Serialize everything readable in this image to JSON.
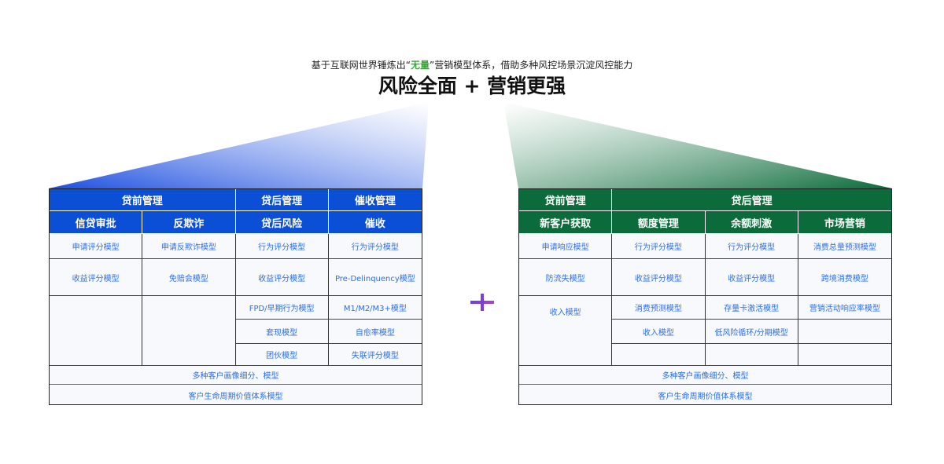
{
  "header": {
    "subtitle_pre": "基于互联网世界锤炼出“",
    "subtitle_highlight": "无量",
    "subtitle_post": "”营销模型体系，借助多种风控场景沉淀风控能力",
    "title": "风险全面 + 营销更强"
  },
  "colors": {
    "risk": "#0a4fd6",
    "marketing": "#0b6b3a",
    "text": "#2f6fe0"
  },
  "risk": {
    "groups": [
      "贷前管理",
      "贷后管理",
      "催收管理"
    ],
    "cols": [
      "信贷审批",
      "反欺诈",
      "贷后风险",
      "催收"
    ],
    "r1": [
      "申请评分模型",
      "申请反欺诈模型",
      "行为评分模型",
      "行为评分模型"
    ],
    "r2": [
      "收益评分模型",
      "免赔会模型",
      "收益评分模型",
      "Pre-Delinquency模型"
    ],
    "c3": [
      "FPD/早期行为模型",
      "套现模型",
      "团伙模型"
    ],
    "c4": [
      "M1/M2/M3+模型",
      "自愈率模型",
      "失联评分模型"
    ],
    "footer": [
      "多种客户画像细分、模型",
      "客户生命周期价值体系模型"
    ]
  },
  "marketing": {
    "groups": [
      "贷前管理",
      "贷后管理"
    ],
    "cols": [
      "新客户获取",
      "额度管理",
      "余额刺激",
      "市场营销"
    ],
    "r1": [
      "申请响应模型",
      "行为评分模型",
      "行为评分模型",
      "消费总量预测模型"
    ],
    "r2": [
      "防流失模型",
      "收益评分模型",
      "收益评分模型",
      "跨境消费模型"
    ],
    "c1": "收入模型",
    "r3": [
      "消费预测模型",
      "存量卡激活模型",
      "营销活动响应率模型"
    ],
    "r4": [
      "收入模型",
      "低风险循环/分期模型"
    ],
    "footer": [
      "多种客户画像细分、模型",
      "客户生命周期价值体系模型"
    ]
  }
}
